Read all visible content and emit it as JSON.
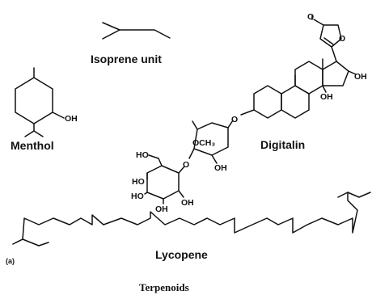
{
  "labels": {
    "isoprene": "Isoprene unit",
    "menthol": "Menthol",
    "digitalin": "Digitalin",
    "lycopene": "Lycopene",
    "panel": "(a)"
  },
  "caption": "Terpenoids",
  "atoms": {
    "oxygen": "O",
    "hydroxyl": "OH",
    "hydroxyl_left": "HO",
    "methoxy": "OCH₃"
  }
}
